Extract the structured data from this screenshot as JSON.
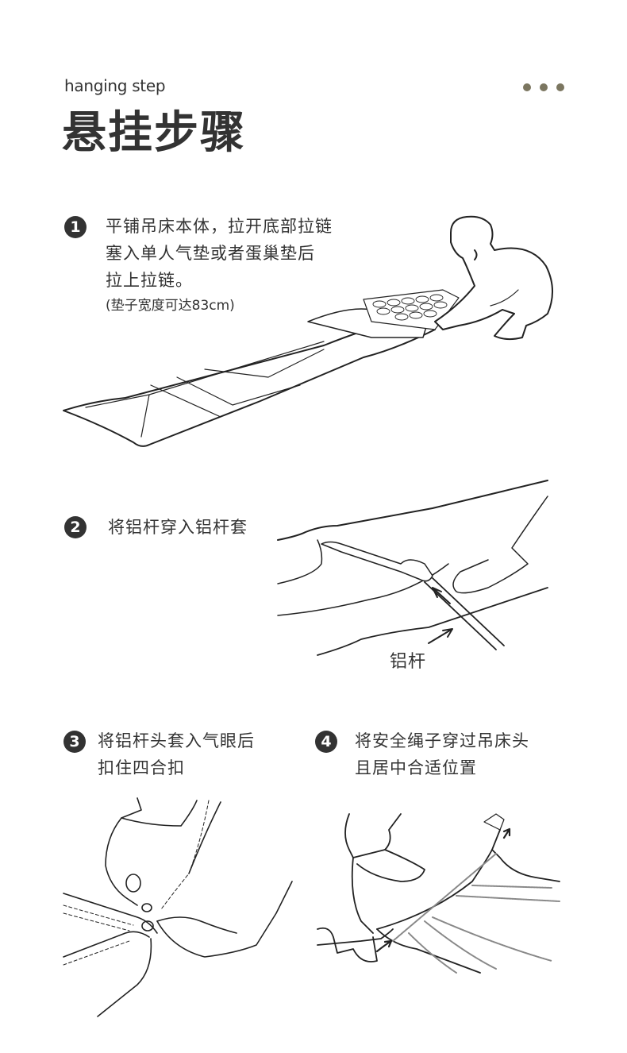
{
  "header": {
    "subtitle": "hanging step",
    "title": "悬挂步骤",
    "decoration": "three-dots",
    "accent_color": "#7b7660"
  },
  "steps": [
    {
      "number": "1",
      "lines": [
        "平铺吊床本体，拉开底部拉链",
        "塞入单人气垫或者蛋巢垫后",
        "拉上拉链。"
      ],
      "note": "(垫子宽度可达83cm)",
      "illustration": "person-laying-hammock-with-pad"
    },
    {
      "number": "2",
      "lines": [
        "将铝杆穿入铝杆套"
      ],
      "illustration": "inserting-aluminum-pole",
      "callout": "铝杆"
    },
    {
      "number": "3",
      "lines": [
        "将铝杆头套入气眼后",
        "扣住四合扣"
      ],
      "illustration": "pole-end-into-grommet"
    },
    {
      "number": "4",
      "lines": [
        "将安全绳子穿过吊床头",
        "且居中合适位置"
      ],
      "illustration": "threading-safety-rope"
    }
  ],
  "colors": {
    "text": "#333333",
    "badge_bg": "#333333",
    "badge_text": "#ffffff",
    "background": "#ffffff"
  }
}
